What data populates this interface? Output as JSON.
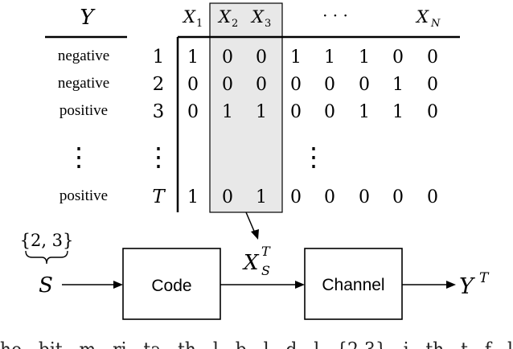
{
  "header": {
    "y_label": "Y",
    "x1": "X",
    "x1_sub": "1",
    "x2": "X",
    "x2_sub": "2",
    "x3": "X",
    "x3_sub": "3",
    "dots": "· · ·",
    "xn": "X",
    "xn_sub": "N"
  },
  "rows": [
    {
      "label": "negative",
      "index": "1",
      "bits": [
        "1",
        "0",
        "0",
        "1",
        "1",
        "1",
        "0",
        "0"
      ]
    },
    {
      "label": "negative",
      "index": "2",
      "bits": [
        "0",
        "0",
        "0",
        "0",
        "0",
        "0",
        "1",
        "0"
      ]
    },
    {
      "label": "positive",
      "index": "3",
      "bits": [
        "0",
        "1",
        "1",
        "0",
        "0",
        "1",
        "1",
        "0"
      ]
    },
    {
      "label": "positive",
      "index": "T",
      "bits": [
        "1",
        "0",
        "1",
        "0",
        "0",
        "0",
        "0",
        "0"
      ]
    }
  ],
  "vdots": "⋮",
  "diagram": {
    "set_label": "{2, 3}",
    "s_label": "S",
    "code_label": "Code",
    "xst_main": "X",
    "xst_sup": "T",
    "xst_sub": "S",
    "channel_label": "Channel",
    "yt_main": "Y",
    "yt_sup": "T"
  },
  "caption_fragment": "he...bit...m...ri...ta...th...l...b...l...d...l...{2,3}...i...th...t...f...l"
}
